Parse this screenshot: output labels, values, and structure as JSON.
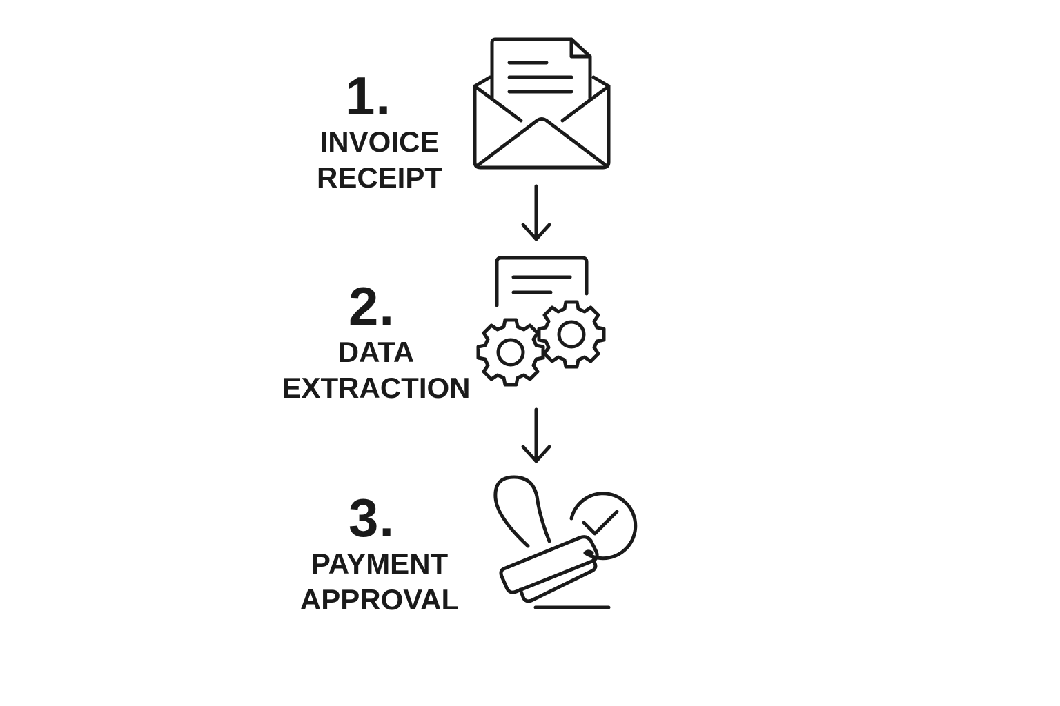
{
  "steps": [
    {
      "number": "1.",
      "label_line1": "INVOICE",
      "label_line2": "RECEIPT",
      "icon": "envelope-with-document-icon"
    },
    {
      "number": "2.",
      "label_line1": "DATA",
      "label_line2": "EXTRACTION",
      "icon": "document-with-gears-icon"
    },
    {
      "number": "3.",
      "label_line1": "PAYMENT",
      "label_line2": "APPROVAL",
      "icon": "stamp-with-check-icon"
    }
  ],
  "colors": {
    "ink": "#1a1a1a",
    "background": "#ffffff"
  }
}
